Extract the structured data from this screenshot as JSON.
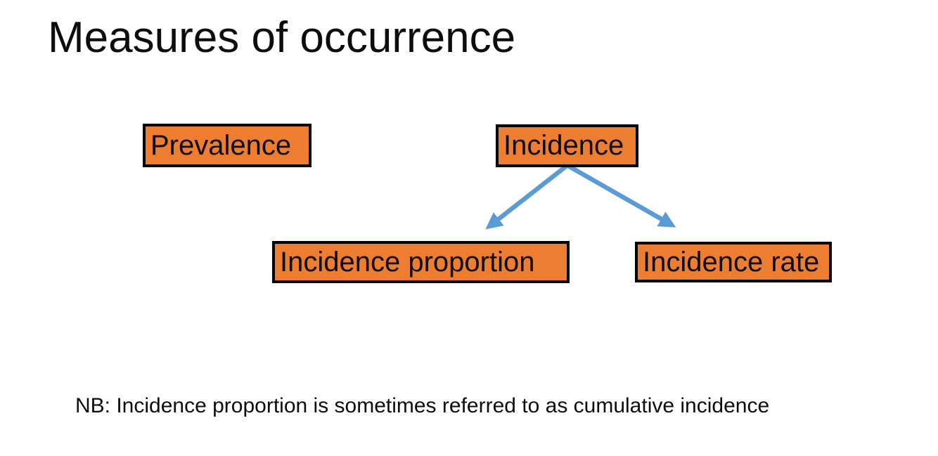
{
  "slide": {
    "title": "Measures of occurrence",
    "note": "NB: Incidence proportion is sometimes referred to as cumulative incidence"
  },
  "diagram": {
    "nodes": [
      {
        "id": "prevalence",
        "label": "Prevalence"
      },
      {
        "id": "incidence",
        "label": "Incidence"
      },
      {
        "id": "incidence-proportion",
        "label": "Incidence proportion"
      },
      {
        "id": "incidence-rate",
        "label": "Incidence rate"
      }
    ],
    "edges": [
      {
        "from": "incidence",
        "to": "incidence-proportion"
      },
      {
        "from": "incidence",
        "to": "incidence-rate"
      }
    ],
    "colors": {
      "node_fill": "#ED7D31",
      "node_border": "#000000",
      "arrow": "#5B9BD5",
      "text": "#000000",
      "background": "#FFFFFF"
    }
  }
}
